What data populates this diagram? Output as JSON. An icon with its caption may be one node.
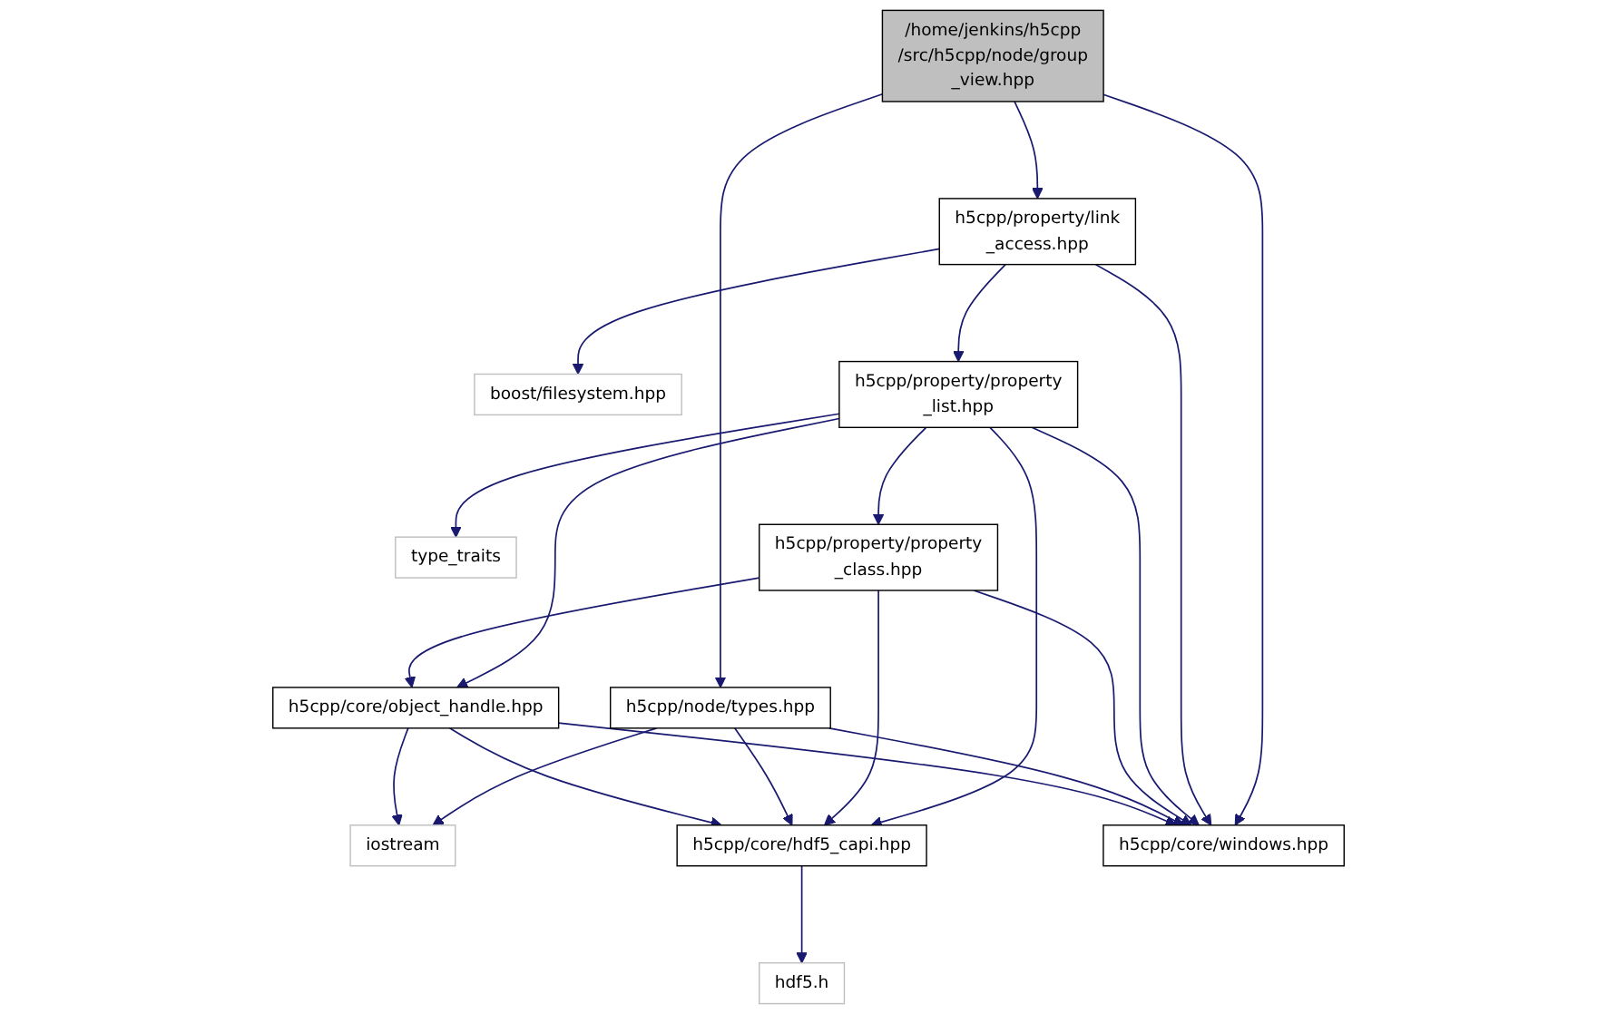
{
  "diagram": {
    "nodes": [
      {
        "text": [
          "/home/jenkins/h5cpp /src/h5cpp/node/group _view.hpp"
        ]
      },
      {
        "text": [
          "h5cpp/property/link _access.hpp"
        ]
      },
      {
        "text": [
          "boost/filesystem.hpp"
        ]
      },
      {
        "text": [
          "h5cpp/property/property _list.hpp"
        ]
      },
      {
        "text": [
          "type_traits"
        ]
      },
      {
        "text": [
          "h5cpp/property/property _class.hpp"
        ]
      },
      {
        "text": [
          "h5cpp/node/types.hpp"
        ]
      },
      {
        "text": [
          "h5cpp/core/object_handle.hpp"
        ]
      },
      {
        "text": [
          "iostream"
        ]
      },
      {
        "text": [
          "h5cpp/core/hdf5_capi.hpp"
        ]
      },
      {
        "text": [
          "h5cpp/core/windows.hpp"
        ]
      },
      {
        "text": [
          "hdf5.h"
        ]
      }
    ],
    "edges": [
      {
        "from": 0,
        "to": 1,
        "arrow": "to"
      },
      {
        "from": 0,
        "to": 6,
        "arrow": "to"
      },
      {
        "from": 0,
        "to": 10,
        "arrow": "to"
      },
      {
        "from": 1,
        "to": 3,
        "arrow": "to"
      },
      {
        "from": 1,
        "to": 2,
        "arrow": "to"
      },
      {
        "from": 1,
        "to": 10,
        "arrow": "to"
      },
      {
        "from": 3,
        "to": 5,
        "arrow": "to"
      },
      {
        "from": 3,
        "to": 4,
        "arrow": "to"
      },
      {
        "from": 3,
        "to": 7,
        "arrow": "to"
      },
      {
        "from": 3,
        "to": 9,
        "arrow": "to"
      },
      {
        "from": 3,
        "to": 10,
        "arrow": "to"
      },
      {
        "from": 5,
        "to": 7,
        "arrow": "to"
      },
      {
        "from": 5,
        "to": 9,
        "arrow": "to"
      },
      {
        "from": 5,
        "to": 10,
        "arrow": "to"
      },
      {
        "from": 6,
        "to": 8,
        "arrow": "to"
      },
      {
        "from": 6,
        "to": 9,
        "arrow": "to"
      },
      {
        "from": 6,
        "to": 10,
        "arrow": "to"
      },
      {
        "from": 7,
        "to": 8,
        "arrow": "to"
      },
      {
        "from": 7,
        "to": 9,
        "arrow": "to"
      },
      {
        "from": 7,
        "to": 10,
        "arrow": "to"
      },
      {
        "from": 9,
        "to": 11,
        "arrow": "to"
      }
    ]
  }
}
